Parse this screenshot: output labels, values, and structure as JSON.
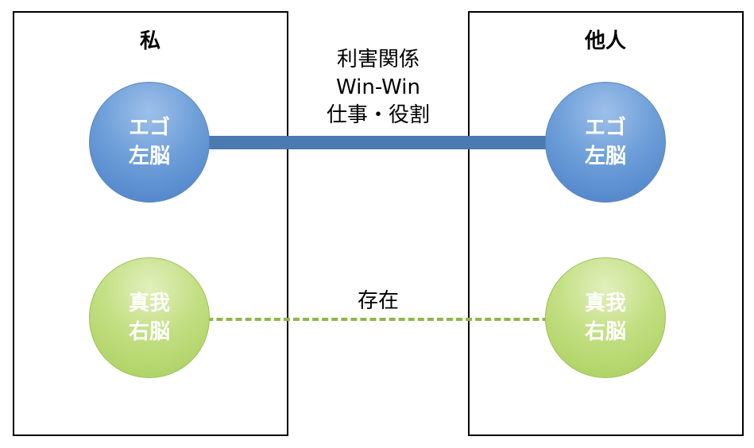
{
  "panels": {
    "left_title": "私",
    "right_title": "他人"
  },
  "ego_circle": {
    "line1": "エゴ",
    "line2": "左脳"
  },
  "true_self_circle": {
    "line1": "真我",
    "line2": "右脳"
  },
  "ego_link": {
    "labels": [
      "利害関係",
      "Win-Win",
      "仕事・役割"
    ]
  },
  "true_self_link": {
    "label": "存在"
  },
  "colors": {
    "ego_blue": "#4a7ab0",
    "true_self_green": "#8db84a",
    "border": "#000000"
  }
}
